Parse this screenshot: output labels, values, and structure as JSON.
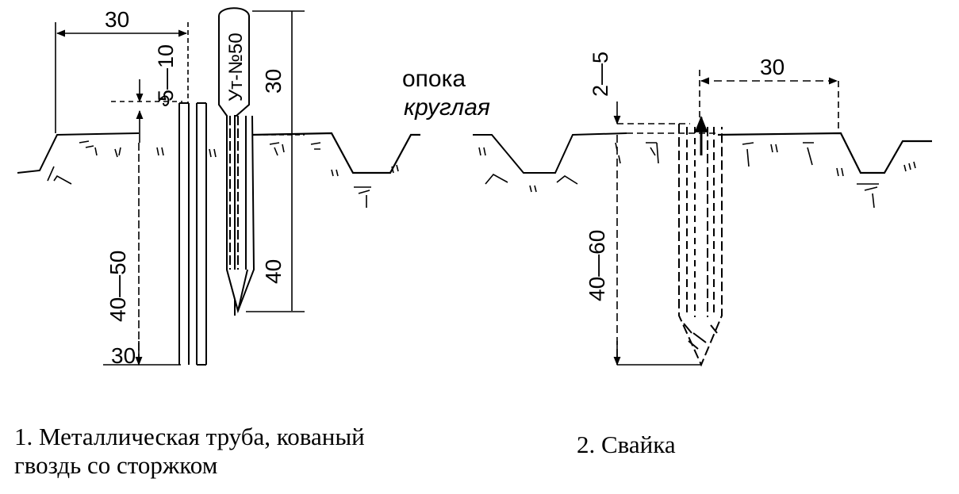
{
  "figure1": {
    "dim_width_top": "30",
    "dim_height_left": "40—50",
    "dim_width_bottom": "30",
    "dim_nail_head": "5—10",
    "dim_nail_upper": "30",
    "dim_nail_lower": "40",
    "nail_text": "Ут-№50",
    "caption_line1": "1. Металлическая труба, кованый",
    "caption_line2": "гвоздь со сторжком"
  },
  "center_label": {
    "line1": "опока",
    "line2": "круглая"
  },
  "figure2": {
    "dim_top": "2—5",
    "dim_width": "30",
    "dim_height": "40—60",
    "caption": "2. Свайка"
  }
}
